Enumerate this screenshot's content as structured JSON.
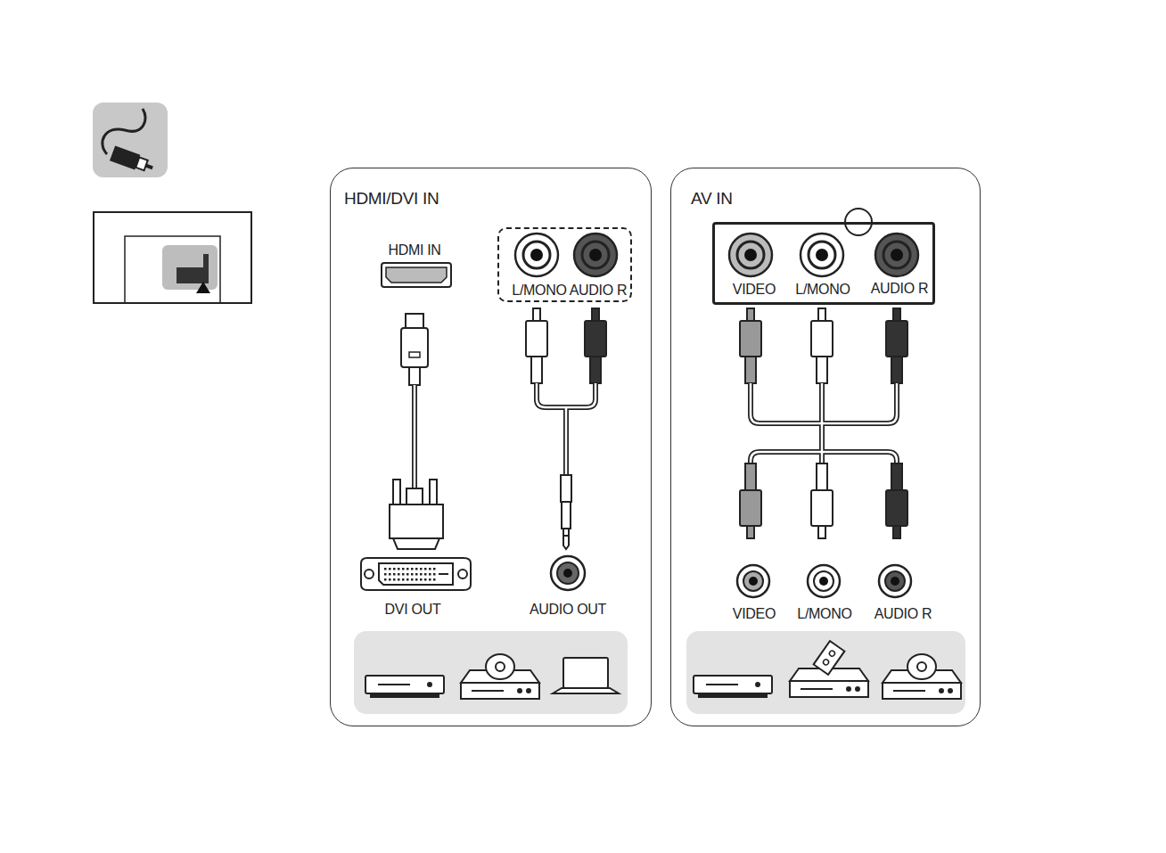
{
  "diagram": {
    "nodes": [
      {
        "text": [
          "HDMI/DVI IN"
        ]
      },
      {
        "text": [
          "AV IN"
        ]
      },
      {
        "text": [
          "L/MONO",
          "AUDIO R"
        ],
        "in": 0
      },
      {
        "text": [
          "VIDEO",
          "L/MONO",
          "AUDIO R"
        ],
        "in": 1
      }
    ],
    "labels": [
      "HDMI IN",
      "DVI OUT",
      "AUDIO OUT",
      "VIDEO",
      "L/MONO",
      "AUDIO R"
    ]
  }
}
